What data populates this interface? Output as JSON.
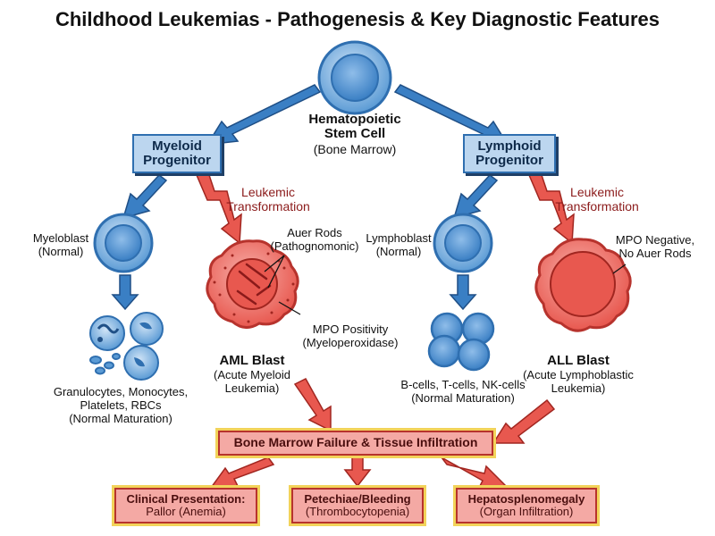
{
  "title": "Childhood Leukemias - Pathogenesis & Key Diagnostic Features",
  "stem_cell": {
    "name_line1": "Hematopoietic",
    "name_line2": "Stem Cell",
    "location": "(Bone Marrow)"
  },
  "myeloid_progenitor": {
    "line1": "Myeloid",
    "line2": "Progenitor"
  },
  "lymphoid_progenitor": {
    "line1": "Lymphoid",
    "line2": "Progenitor"
  },
  "leukemic_left": {
    "line1": "Leukemic",
    "line2": "Transformation"
  },
  "leukemic_right": {
    "line1": "Leukemic",
    "line2": "Transformation"
  },
  "myeloblast": {
    "line1": "Myeloblast",
    "line2": "(Normal)"
  },
  "lymphoblast": {
    "line1": "Lymphoblast",
    "line2": "(Normal)"
  },
  "myeloid_mature": {
    "line1": "Granulocytes, Monocytes,",
    "line2": "Platelets, RBCs",
    "line3": "(Normal Maturation)"
  },
  "lymphoid_mature": {
    "line1": "B-cells, T-cells, NK-cells",
    "line2": "(Normal Maturation)"
  },
  "aml": {
    "name": "AML Blast",
    "full_line1": "(Acute Myeloid",
    "full_line2": "Leukemia)",
    "auer_line1": "Auer Rods",
    "auer_line2": "(Pathognomonic)",
    "mpo_line1": "MPO Positivity",
    "mpo_line2": "(Myeloperoxidase)"
  },
  "all": {
    "name": "ALL Blast",
    "full_line1": "(Acute Lymphoblastic",
    "full_line2": "Leukemia)",
    "mpo_line1": "MPO Negative,",
    "mpo_line2": "No Auer Rods"
  },
  "bone_marrow_failure": "Bone Marrow Failure & Tissue Infiltration",
  "outcomes": [
    {
      "main": "Clinical Presentation:",
      "sub": "Pallor (Anemia)"
    },
    {
      "main": "Petechiae/Bleeding",
      "sub": "(Thrombocytopenia)"
    },
    {
      "main": "Hepatosplenomegaly",
      "sub": "(Organ Infiltration)"
    }
  ],
  "colors": {
    "blue_fill": "#5b9bd5",
    "blue_light": "#bcd6ef",
    "blue_border": "#2f6fb0",
    "red_fill": "#e8584f",
    "red_light": "#f4a9a4",
    "red_border": "#b7332d",
    "highlight": "#f2d35a",
    "red_text": "#8b1a1a"
  }
}
